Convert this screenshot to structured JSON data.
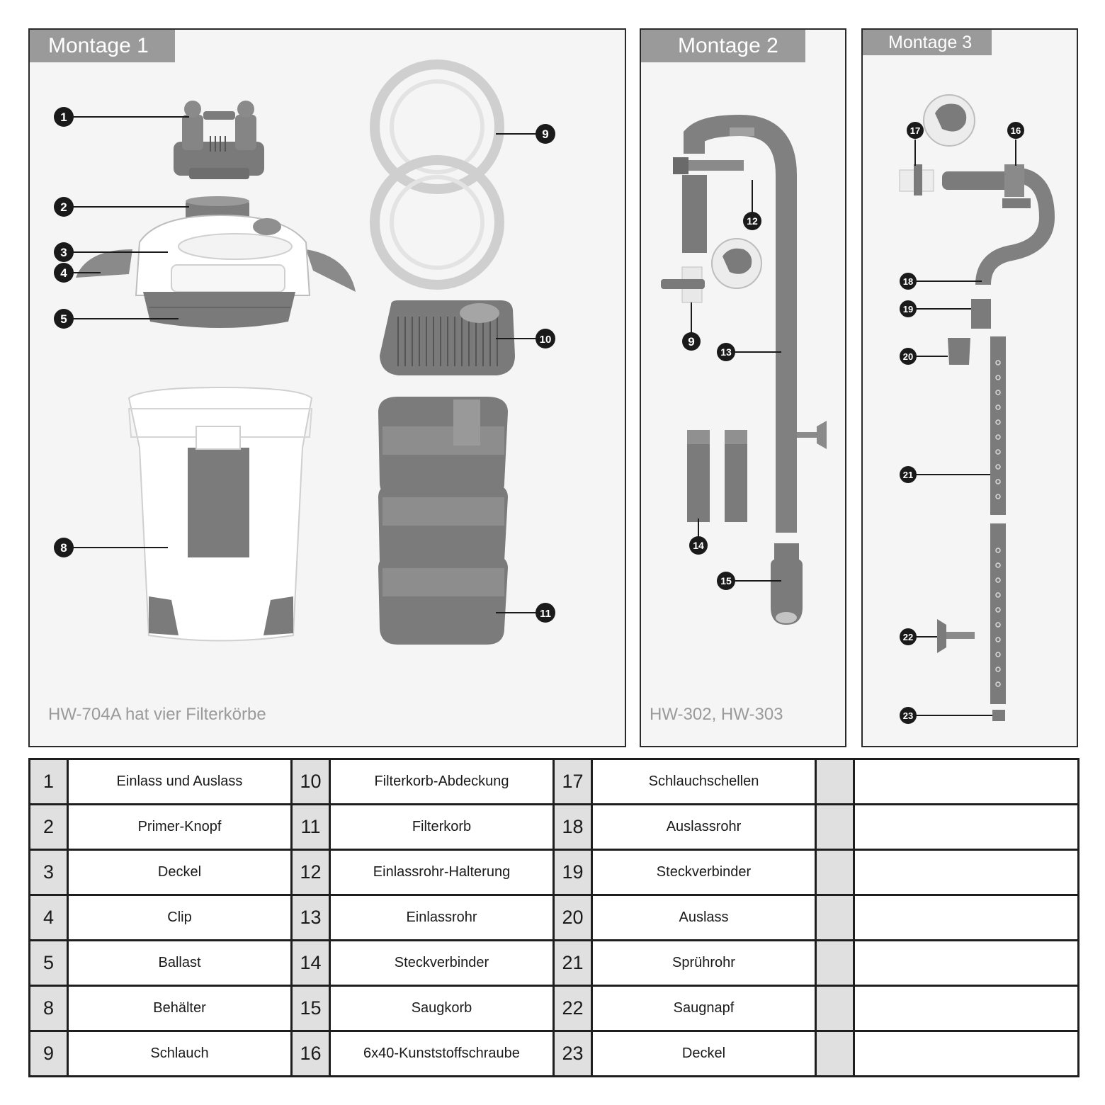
{
  "panels": {
    "montage1": {
      "title": "Montage 1",
      "note": "HW-704A hat vier Filterkörbe"
    },
    "montage2": {
      "title": "Montage 2",
      "note": "HW-302, HW-303"
    },
    "montage3": {
      "title": "Montage 3"
    }
  },
  "markers": {
    "m1": "1",
    "m2": "2",
    "m3": "3",
    "m4": "4",
    "m5": "5",
    "m8": "8",
    "m9": "9",
    "m10": "10",
    "m11": "11",
    "m12": "12",
    "m9b": "9",
    "m13": "13",
    "m14": "14",
    "m15": "15",
    "m16": "16",
    "m17": "17",
    "m18": "18",
    "m19": "19",
    "m20": "20",
    "m21": "21",
    "m22": "22",
    "m23": "23"
  },
  "parts": [
    [
      {
        "n": "1",
        "t": "Einlass und Auslass"
      },
      {
        "n": "10",
        "t": "Filterkorb-Abdeckung"
      },
      {
        "n": "17",
        "t": "Schlauchschellen"
      }
    ],
    [
      {
        "n": "2",
        "t": "Primer-Knopf"
      },
      {
        "n": "11",
        "t": "Filterkorb"
      },
      {
        "n": "18",
        "t": "Auslassrohr"
      }
    ],
    [
      {
        "n": "3",
        "t": "Deckel"
      },
      {
        "n": "12",
        "t": "Einlassrohr-Halterung"
      },
      {
        "n": "19",
        "t": "Steckverbinder"
      }
    ],
    [
      {
        "n": "4",
        "t": "Clip"
      },
      {
        "n": "13",
        "t": "Einlassrohr"
      },
      {
        "n": "20",
        "t": "Auslass"
      }
    ],
    [
      {
        "n": "5",
        "t": "Ballast"
      },
      {
        "n": "14",
        "t": "Steckverbinder"
      },
      {
        "n": "21",
        "t": "Sprührohr"
      }
    ],
    [
      {
        "n": "8",
        "t": "Behälter"
      },
      {
        "n": "15",
        "t": "Saugkorb"
      },
      {
        "n": "22",
        "t": "Saugnapf"
      }
    ],
    [
      {
        "n": "9",
        "t": "Schlauch"
      },
      {
        "n": "16",
        "t": "6x40-Kunststoffschraube"
      },
      {
        "n": "23",
        "t": "Deckel"
      }
    ]
  ]
}
